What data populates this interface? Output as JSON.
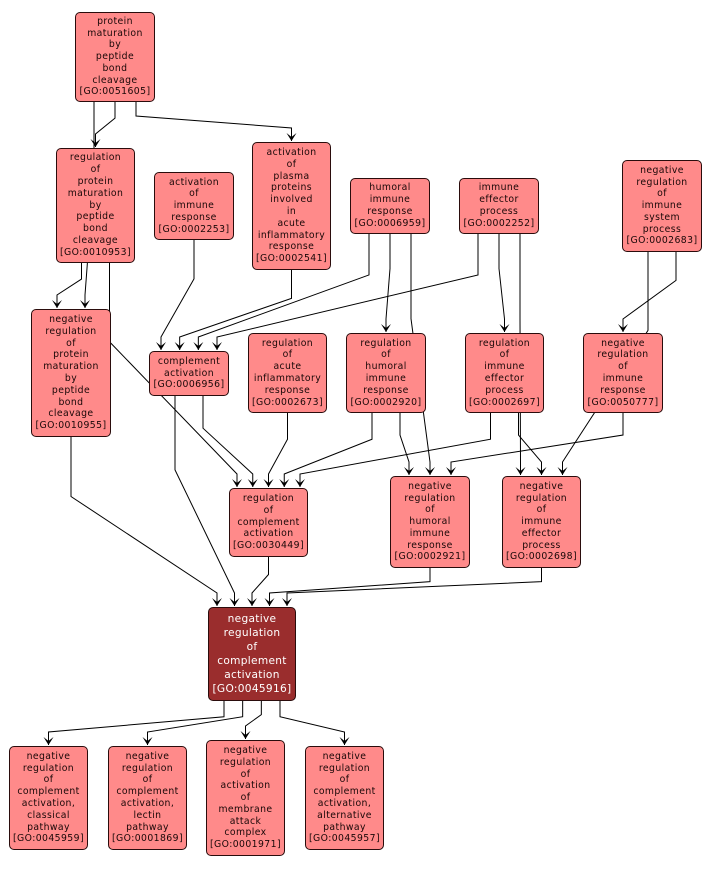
{
  "graph": {
    "colors": {
      "node_fill": "#ff8a8a",
      "focus_fill": "#9a2d2d",
      "edge": "#000000",
      "border": "#2a0c0c"
    },
    "nodes": {
      "n0051605": {
        "lines": [
          "protein",
          "maturation",
          "by",
          "peptide",
          "bond",
          "cleavage"
        ],
        "go_id": "[GO:0051605]"
      },
      "n0010953": {
        "lines": [
          "regulation",
          "of",
          "protein",
          "maturation",
          "by",
          "peptide",
          "bond",
          "cleavage"
        ],
        "go_id": "[GO:0010953]"
      },
      "n0002253": {
        "lines": [
          "activation",
          "of",
          "immune",
          "response"
        ],
        "go_id": "[GO:0002253]"
      },
      "n0002541": {
        "lines": [
          "activation",
          "of",
          "plasma",
          "proteins",
          "involved",
          "in",
          "acute",
          "inflammatory",
          "response"
        ],
        "go_id": "[GO:0002541]"
      },
      "n0006959": {
        "lines": [
          "humoral",
          "immune",
          "response"
        ],
        "go_id": "[GO:0006959]"
      },
      "n0002252": {
        "lines": [
          "immune",
          "effector",
          "process"
        ],
        "go_id": "[GO:0002252]"
      },
      "n0002683": {
        "lines": [
          "negative",
          "regulation",
          "of",
          "immune",
          "system",
          "process"
        ],
        "go_id": "[GO:0002683]"
      },
      "n0010955": {
        "lines": [
          "negative",
          "regulation",
          "of",
          "protein",
          "maturation",
          "by",
          "peptide",
          "bond",
          "cleavage"
        ],
        "go_id": "[GO:0010955]"
      },
      "n0006956": {
        "lines": [
          "complement",
          "activation"
        ],
        "go_id": "[GO:0006956]"
      },
      "n0002673": {
        "lines": [
          "regulation",
          "of",
          "acute",
          "inflammatory",
          "response"
        ],
        "go_id": "[GO:0002673]"
      },
      "n0002920": {
        "lines": [
          "regulation",
          "of",
          "humoral",
          "immune",
          "response"
        ],
        "go_id": "[GO:0002920]"
      },
      "n0002697": {
        "lines": [
          "regulation",
          "of",
          "immune",
          "effector",
          "process"
        ],
        "go_id": "[GO:0002697]"
      },
      "n0050777": {
        "lines": [
          "negative",
          "regulation",
          "of",
          "immune",
          "response"
        ],
        "go_id": "[GO:0050777]"
      },
      "n0030449": {
        "lines": [
          "regulation",
          "of",
          "complement",
          "activation"
        ],
        "go_id": "[GO:0030449]"
      },
      "n0002921": {
        "lines": [
          "negative",
          "regulation",
          "of",
          "humoral",
          "immune",
          "response"
        ],
        "go_id": "[GO:0002921]"
      },
      "n0002698": {
        "lines": [
          "negative",
          "regulation",
          "of",
          "immune",
          "effector",
          "process"
        ],
        "go_id": "[GO:0002698]"
      },
      "n0045916": {
        "lines": [
          "negative",
          "regulation",
          "of",
          "complement",
          "activation"
        ],
        "go_id": "[GO:0045916]",
        "focus": true
      },
      "n0045959": {
        "lines": [
          "negative",
          "regulation",
          "of",
          "complement",
          "activation,",
          "classical",
          "pathway"
        ],
        "go_id": "[GO:0045959]"
      },
      "n0001869": {
        "lines": [
          "negative",
          "regulation",
          "of",
          "complement",
          "activation,",
          "lectin",
          "pathway"
        ],
        "go_id": "[GO:0001869]"
      },
      "n0001971": {
        "lines": [
          "negative",
          "regulation",
          "of",
          "activation",
          "of",
          "membrane",
          "attack",
          "complex"
        ],
        "go_id": "[GO:0001971]"
      },
      "n0045957": {
        "lines": [
          "negative",
          "regulation",
          "of",
          "complement",
          "activation,",
          "alternative",
          "pathway"
        ],
        "go_id": "[GO:0045957]"
      }
    },
    "edges": [
      [
        "n0051605",
        "n0010953"
      ],
      [
        "n0051605",
        "n0002541"
      ],
      [
        "n0051605",
        "n0010955"
      ],
      [
        "n0010953",
        "n0010955"
      ],
      [
        "n0010953",
        "n0030449"
      ],
      [
        "n0002253",
        "n0006956"
      ],
      [
        "n0002541",
        "n0006956"
      ],
      [
        "n0006959",
        "n0006956"
      ],
      [
        "n0002252",
        "n0006956"
      ],
      [
        "n0006959",
        "n0002920"
      ],
      [
        "n0006959",
        "n0002921"
      ],
      [
        "n0002252",
        "n0002697"
      ],
      [
        "n0002252",
        "n0002698"
      ],
      [
        "n0002683",
        "n0050777"
      ],
      [
        "n0002683",
        "n0002698"
      ],
      [
        "n0006956",
        "n0030449"
      ],
      [
        "n0006956",
        "n0045916"
      ],
      [
        "n0002673",
        "n0030449"
      ],
      [
        "n0002920",
        "n0030449"
      ],
      [
        "n0002697",
        "n0030449"
      ],
      [
        "n0002920",
        "n0002921"
      ],
      [
        "n0050777",
        "n0002921"
      ],
      [
        "n0002697",
        "n0002698"
      ],
      [
        "n0010955",
        "n0045916"
      ],
      [
        "n0030449",
        "n0045916"
      ],
      [
        "n0002921",
        "n0045916"
      ],
      [
        "n0002698",
        "n0045916"
      ],
      [
        "n0045916",
        "n0045959"
      ],
      [
        "n0045916",
        "n0001869"
      ],
      [
        "n0045916",
        "n0001971"
      ],
      [
        "n0045916",
        "n0045957"
      ]
    ]
  }
}
